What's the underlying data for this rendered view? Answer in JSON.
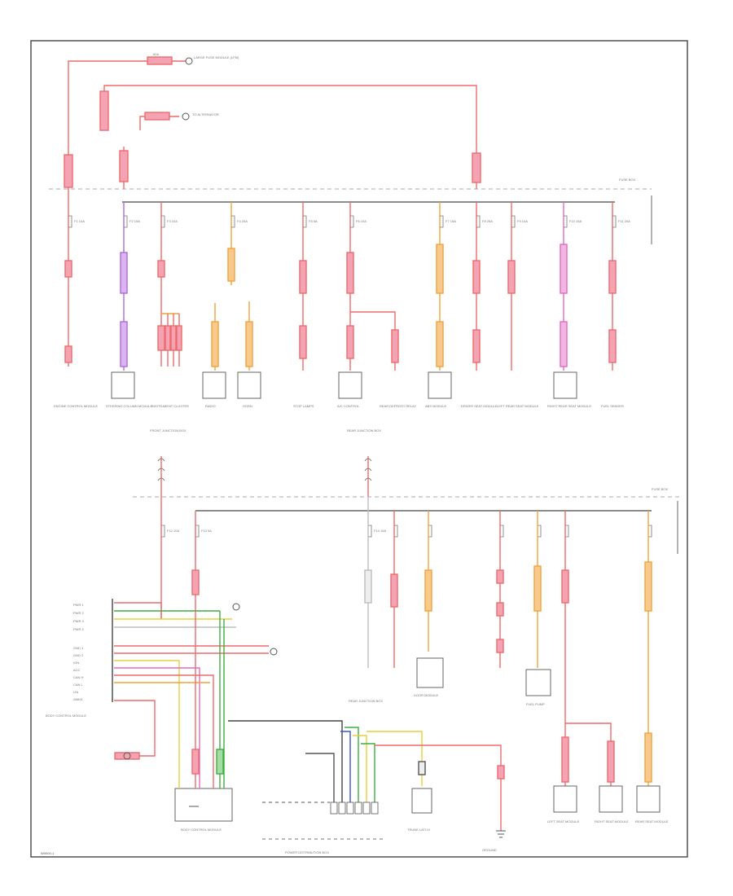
{
  "diagram": {
    "figure_id": "W0000-1",
    "wire_colors": {
      "red": "#ee6b6b",
      "pink": "#f4a3b4",
      "violet": "#b06ad8",
      "orange": "#f2a23c",
      "yellow": "#e8cf3a",
      "green": "#3fae3f",
      "blue": "#3f55c9",
      "black": "#333333",
      "gray": "#bdbdbd",
      "frame": "#444444",
      "dash": "#aaaaaa"
    },
    "labels": {
      "top_feed": "LARGE FUSE MODULE (LFM)",
      "top_fuse": "60A",
      "alt_source": "TO ALTERNATOR",
      "fuse_box_upper": "FUSE BOX",
      "fuse_box_lower": "FUSE BOX",
      "power_dist_box": "POWER DISTRIBUTION BOX",
      "front_junction": "FRONT JUNCTION BOX",
      "rear_junction": "REAR JUNCTION BOX",
      "rear_junction_2": "REAR JUNCTION BOX",
      "body_control": "BODY CONTROL MODULE",
      "body_control_2": "BODY CONTROL MODULE",
      "door_module": "DOOR MODULE",
      "fuel_pump": "FUEL PUMP",
      "trunk_latch": "TRUNK LATCH",
      "left_seat": "LEFT SEAT MODULE",
      "right_seat": "RIGHT SEAT MODULE",
      "rear_seat": "REAR SEAT MODULE",
      "ground": "GROUND"
    },
    "upper_loads": [
      {
        "label": "ENGINE CONTROL MODULE"
      },
      {
        "label": "STEERING COLUMN MODULE"
      },
      {
        "label": "INSTRUMENT CLUSTER"
      },
      {
        "label": "RADIO"
      },
      {
        "label": "HORN"
      },
      {
        "label": "STOP LAMPS"
      },
      {
        "label": "A/C CONTROL"
      },
      {
        "label": "REAR DEFROST RELAY"
      },
      {
        "label": "ABS MODULE"
      },
      {
        "label": "DRIVER SEAT MODULE"
      },
      {
        "label": "LEFT REAR SEAT MODULE"
      },
      {
        "label": "RIGHT REAR SEAT MODULE"
      },
      {
        "label": "FUEL SENDER"
      }
    ],
    "fuse_labels": [
      "F1 10A",
      "F2 15A",
      "F3 10A",
      "F4 20A",
      "F5 5A",
      "F6 10A",
      "F7 15A",
      "F8 25A",
      "F9 10A",
      "F10 15A",
      "F11 20A",
      "F12 10A",
      "F13 5A",
      "F14 15A"
    ],
    "bcm_pins": [
      "PWR 1",
      "PWR 2",
      "PWR 3",
      "PWR 4",
      "GND 1",
      "GND 2",
      "IGN",
      "ACC",
      "CAN H",
      "CAN L",
      "LIN",
      "WAKE"
    ]
  }
}
